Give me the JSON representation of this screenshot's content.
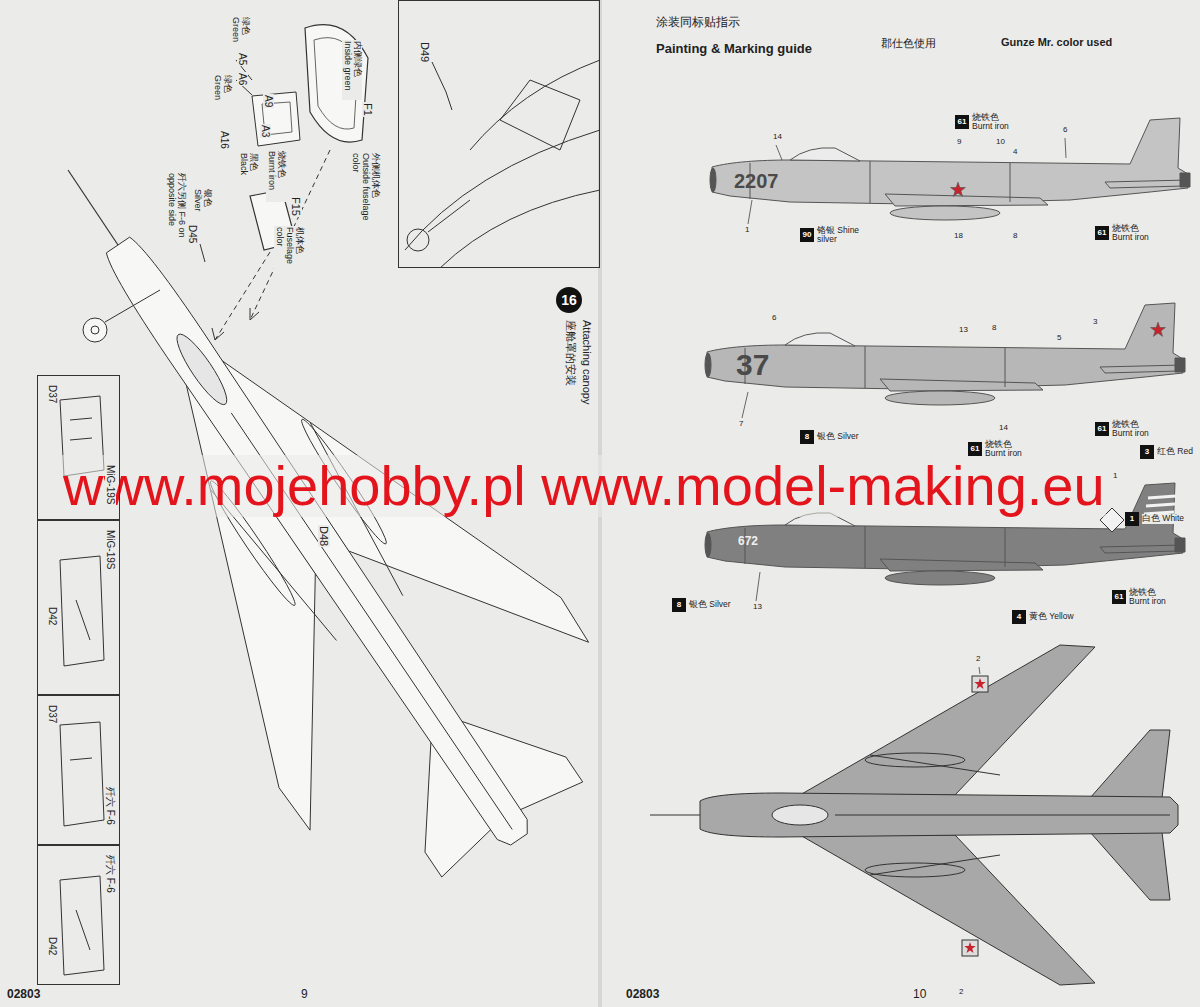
{
  "diagram": {
    "nodes": [
      {
        "text": [
          "D49"
        ]
      },
      {
        "text": [
          "16",
          "座舱罩的安装",
          "Attaching canopy"
        ]
      },
      {
        "text": [
          "D37",
          "MiG-19S"
        ]
      },
      {
        "text": [
          "MiG-19S",
          "D42"
        ]
      },
      {
        "text": [
          "D37",
          "歼六 F-6"
        ]
      },
      {
        "text": [
          "歼六 F-6",
          "D42"
        ]
      },
      {
        "text": [
          "61",
          "烧铁色 Burnt iron"
        ]
      },
      {
        "text": [
          "90",
          "铬银 Shine silver"
        ]
      },
      {
        "text": [
          "61",
          "烧铁色 Burnt iron"
        ]
      },
      {
        "text": [
          "8",
          "银色 Silver"
        ]
      },
      {
        "text": [
          "61",
          "烧铁色 Burnt iron"
        ]
      },
      {
        "text": [
          "61",
          "烧铁色 Burnt iron"
        ]
      },
      {
        "text": [
          "3",
          "红色 Red"
        ]
      },
      {
        "text": [
          "1",
          "白色 White"
        ]
      },
      {
        "text": [
          "8",
          "银色 Silver"
        ]
      },
      {
        "text": [
          "4",
          "黄色 Yellow"
        ]
      },
      {
        "text": [
          "61",
          "烧铁色 Burnt iron"
        ]
      }
    ],
    "labels": [
      "内侧绿色 Inside green",
      "绿色 Green",
      "A5",
      "A6",
      "绿色 Green",
      "A9",
      "F1",
      "A16",
      "A3",
      "黑色 Black",
      "烧铁色 Burnt iron",
      "外侧机体色 Outside fuselage color",
      "歼六另侧 F-6 on opposite side",
      "银色 Silver",
      "D45",
      "F15",
      "机体色 Fuselage color",
      "D48",
      "02803",
      "9",
      "涂装同标贴指示",
      "Painting & Marking guide",
      "郡仕色使用",
      "Gunze Mr. color used",
      "14",
      "9",
      "10",
      "4",
      "6",
      "2207",
      "1",
      "18",
      "8",
      "6",
      "13",
      "8",
      "5",
      "3",
      "37",
      "7",
      "14",
      "www.mojehobby.pl www.model-making.eu",
      "1",
      "672",
      "13",
      "2",
      "2",
      "02803",
      "10"
    ]
  }
}
